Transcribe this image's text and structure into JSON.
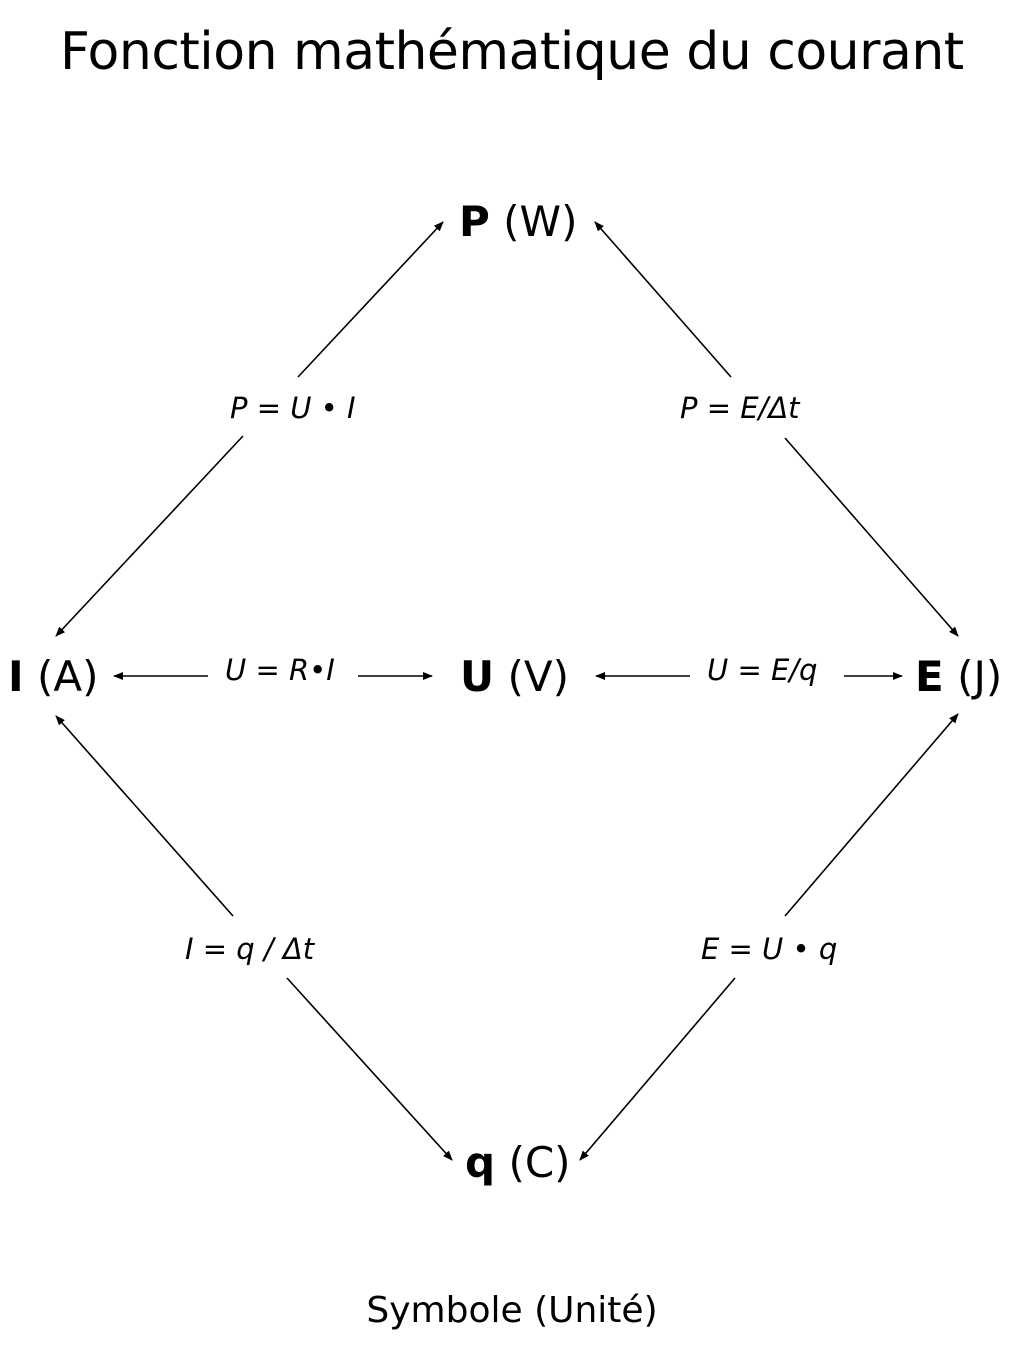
{
  "title": "Fonction mathématique du courant",
  "nodes": {
    "p": {
      "symbol": "P",
      "unit": "(W)"
    },
    "i": {
      "symbol": "I",
      "unit": "(A)"
    },
    "u": {
      "symbol": "U",
      "unit": "(V)"
    },
    "e": {
      "symbol": "E",
      "unit": "(J)"
    },
    "q": {
      "symbol": "q",
      "unit": "(C)"
    }
  },
  "formulas": {
    "p_ui": "P = U • I",
    "p_et": "P = E/Δt",
    "u_ri": "U = R•I",
    "u_eq": "U = E/q",
    "i_qt": "I = q / Δt",
    "e_uq": "E = U • q"
  },
  "legend": "Symbole (Unité)"
}
